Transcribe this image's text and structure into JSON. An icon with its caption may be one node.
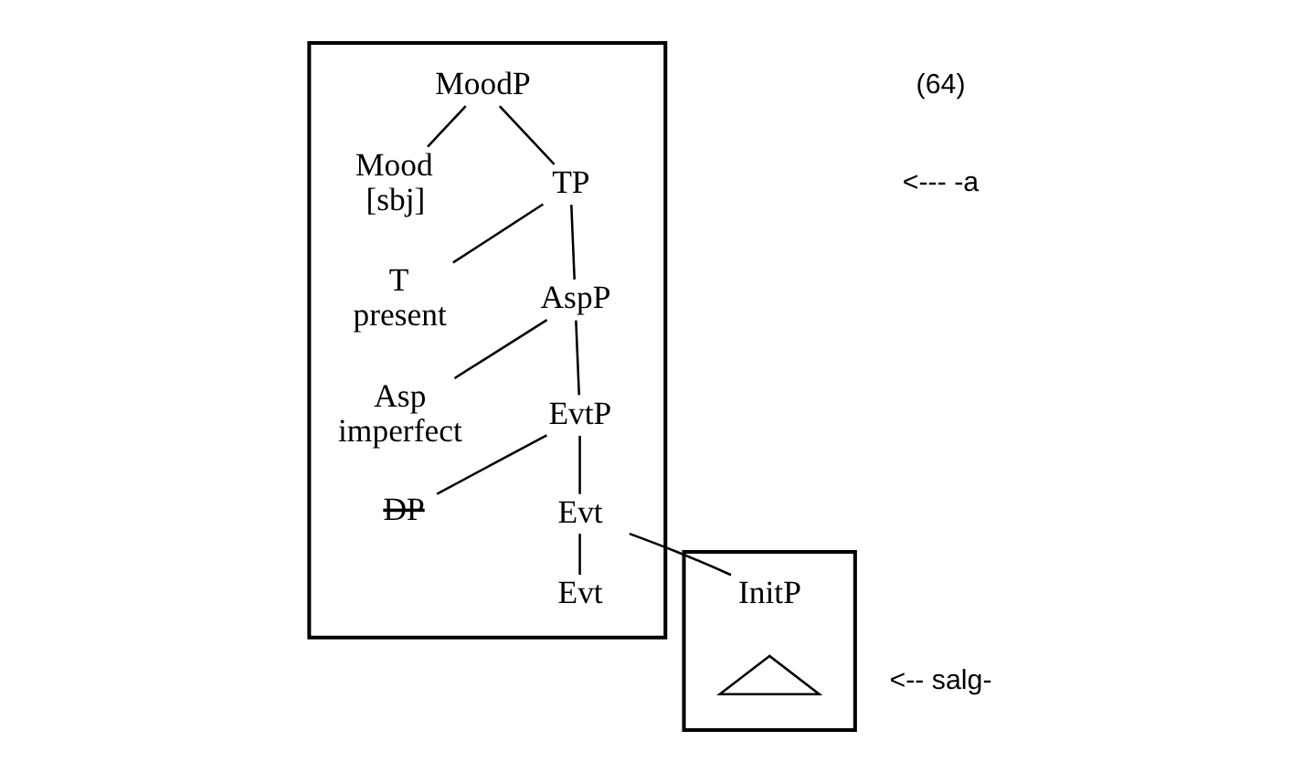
{
  "diagram": {
    "nodes": [
      {
        "text": [],
        "shape": "box"
      },
      {
        "text": [
          "MoodP"
        ],
        "in": 0
      },
      {
        "text": [
          "Mood",
          "[sbj]"
        ],
        "in": 0
      },
      {
        "text": [
          "TP"
        ],
        "in": 0
      },
      {
        "text": [
          "T",
          "present"
        ],
        "in": 0
      },
      {
        "text": [
          "AspP"
        ],
        "in": 0
      },
      {
        "text": [
          "Asp",
          "imperfect"
        ],
        "in": 0
      },
      {
        "text": [
          "EvtP"
        ],
        "in": 0
      },
      {
        "text": [
          "DP"
        ],
        "in": 0
      },
      {
        "text": [
          "Evt"
        ],
        "in": 0
      },
      {
        "text": [
          "Evt"
        ],
        "in": 0
      },
      {
        "text": [],
        "shape": "box"
      },
      {
        "text": [
          "InitP"
        ],
        "in": 11
      },
      {
        "text": [],
        "shape": "triangle",
        "in": 11
      }
    ],
    "edges": [
      {
        "from": 1,
        "to": 2,
        "arrow": "none"
      },
      {
        "from": 1,
        "to": 3,
        "arrow": "none"
      },
      {
        "from": 3,
        "to": 4,
        "arrow": "none"
      },
      {
        "from": 3,
        "to": 5,
        "arrow": "none"
      },
      {
        "from": 5,
        "to": 6,
        "arrow": "none"
      },
      {
        "from": 5,
        "to": 7,
        "arrow": "none"
      },
      {
        "from": 7,
        "to": 8,
        "arrow": "none"
      },
      {
        "from": 7,
        "to": 9,
        "arrow": "none"
      },
      {
        "from": 9,
        "to": 10,
        "arrow": "none"
      },
      {
        "from": 9,
        "to": 12,
        "arrow": "none"
      }
    ],
    "labels": [
      "(64)",
      "<--- -a",
      "<-- salg-"
    ]
  }
}
